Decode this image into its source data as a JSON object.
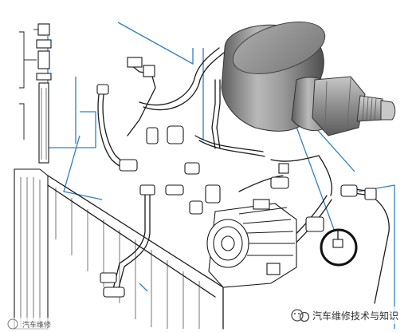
{
  "watermark": {
    "brand_text": "汽车维修技术与知识",
    "corner_text": "汽车维修"
  },
  "callouts": {
    "pressure_sensor": "high-pressure-sensor",
    "mount_location": "sensor-mount-circle"
  },
  "colors": {
    "leader_line": "#2f7fc1",
    "sensor_body": "#8a8a8a",
    "highlight_circle": "#111111"
  }
}
